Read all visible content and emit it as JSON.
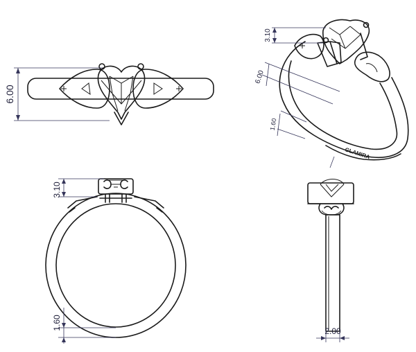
{
  "dimensions": {
    "top_view_width": "6.00",
    "persp_head_height": "3.10",
    "persp_width": "6.00",
    "persp_shank": "1.60",
    "front_head_height": "3.10",
    "front_shank": "1.60",
    "side_band_width": "2.00"
  },
  "stamp": "GLAMIRA",
  "colors": {
    "line": "#1a1a1a",
    "dimension": "#35355a",
    "background": "#ffffff"
  }
}
